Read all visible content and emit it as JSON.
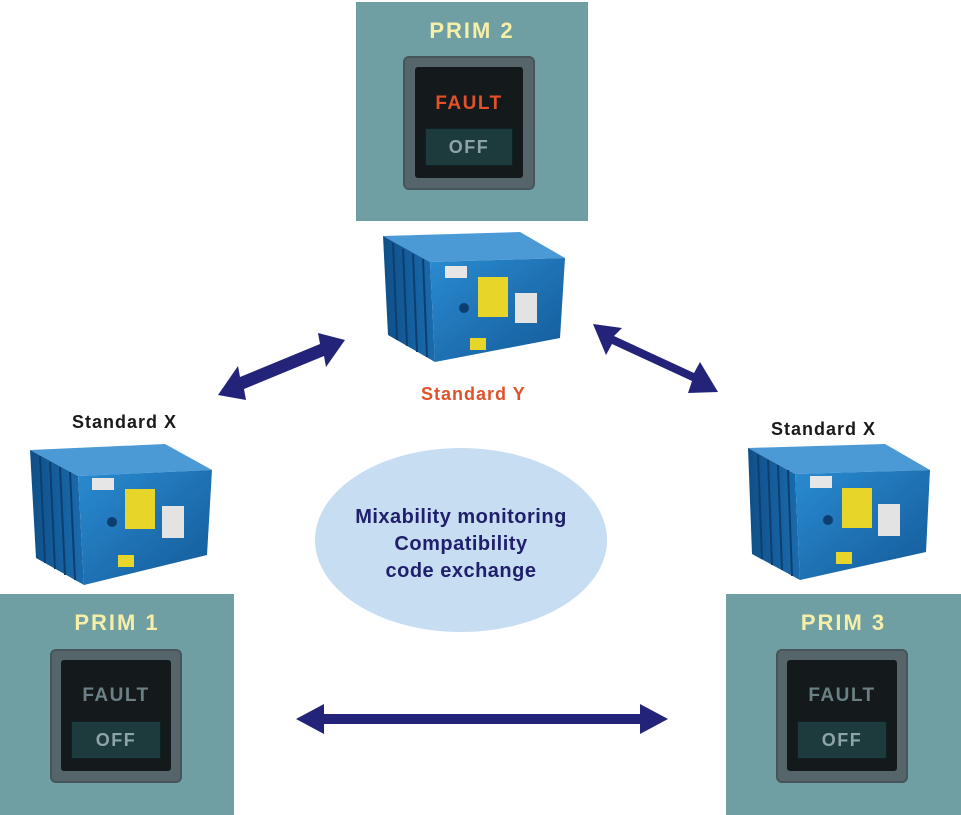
{
  "prims": [
    {
      "title": "PRIM 2",
      "fault": "FAULT",
      "off": "OFF",
      "fault_active": true
    },
    {
      "title": "PRIM 1",
      "fault": "FAULT",
      "off": "OFF",
      "fault_active": false
    },
    {
      "title": "PRIM 3",
      "fault": "FAULT",
      "off": "OFF",
      "fault_active": false
    }
  ],
  "standards": {
    "top": "Standard Y",
    "left": "Standard X",
    "right": "Standard X"
  },
  "center": {
    "line1": "Mixability monitoring",
    "line2": "Compatibility",
    "line3": "code exchange"
  },
  "colors": {
    "panel": "#6f9ea3",
    "title": "#f6efa8",
    "fault_active": "#e2512a",
    "arrow": "#23237a",
    "computer_blue": "#1c6fb5",
    "bubble": "#c7ddf2"
  },
  "icons": [
    "double-arrow-icon",
    "computer-unit-icon"
  ]
}
